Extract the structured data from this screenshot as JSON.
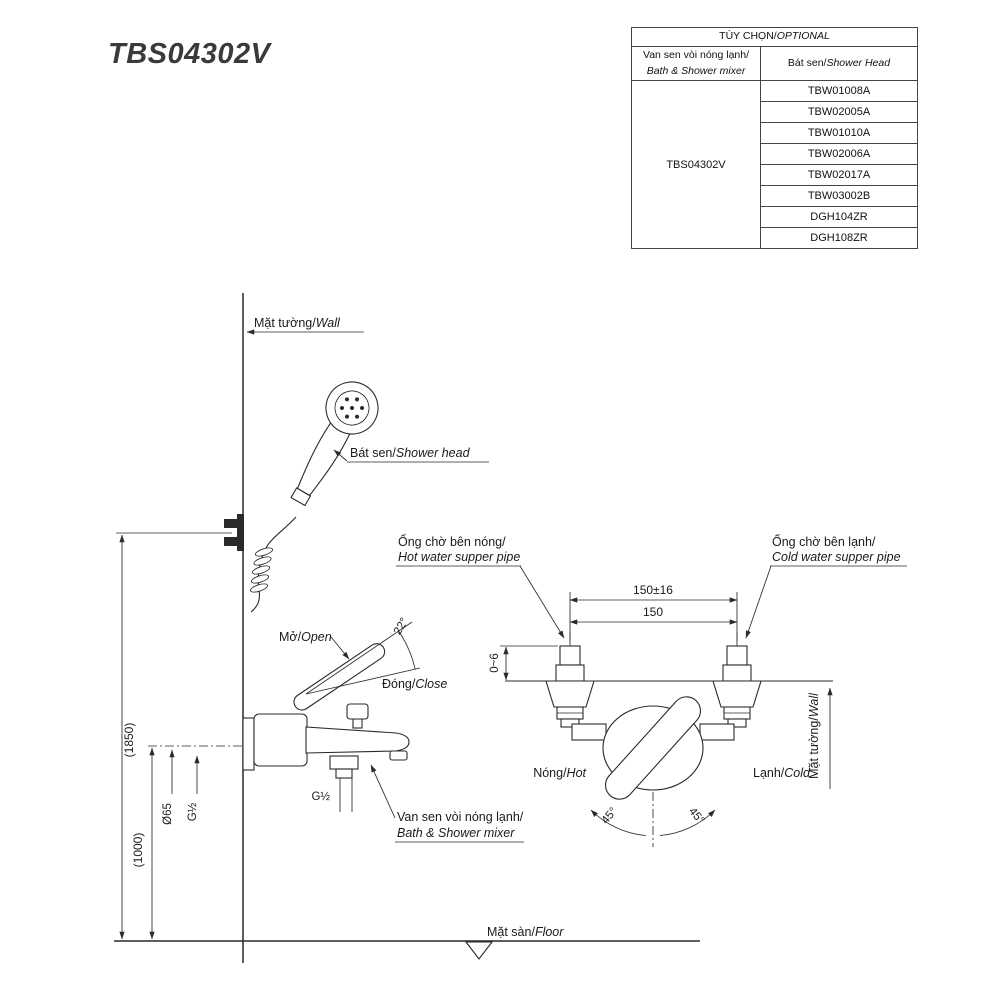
{
  "title": "TBS04302V",
  "colors": {
    "ink": "#222222"
  },
  "option_table": {
    "header_vi": "TÙY CHỌN/",
    "header_en": "OPTIONAL",
    "col1_vi": "Van sen vòi nóng lạnh/",
    "col1_en": "Bath & Shower mixer",
    "col2_vi": "Bát sen/",
    "col2_en": "Shower Head",
    "mixer_code": "TBS04302V",
    "shower_heads": [
      "TBW01008A",
      "TBW02005A",
      "TBW01010A",
      "TBW02006A",
      "TBW02017A",
      "TBW03002B",
      "DGH104ZR",
      "DGH108ZR"
    ]
  },
  "side_view": {
    "wall_vi": "Mặt tường/",
    "wall_en": "Wall",
    "shower_head_vi": "Bát sen/",
    "shower_head_en": "Shower head",
    "open_vi": "Mở/",
    "open_en": "Open",
    "close_vi": "Đóng/",
    "close_en": "Close",
    "angle": "22°",
    "dim_height_total": "(1850)",
    "dim_height_mixer": "(1000)",
    "dim_flange": "Ø65",
    "thread_wall": "G½",
    "thread_outlet": "G½",
    "mixer_vi": "Van sen vòi nóng lạnh/",
    "mixer_en": "Bath & Shower mixer",
    "floor_vi": "Mặt sàn/",
    "floor_en": "Floor"
  },
  "front_view": {
    "hot_pipe_vi": "Ống chờ bên nóng/",
    "hot_pipe_en": "Hot water supper pipe",
    "cold_pipe_vi": "Ống chờ bên lạnh/",
    "cold_pipe_en": "Cold water supper pipe",
    "dim_pitch_tol": "150±16",
    "dim_pitch": "150",
    "dim_protrusion": "0~6",
    "hot_vi": "Nóng/",
    "hot_en": "Hot",
    "cold_vi": "Lạnh/",
    "cold_en": "Cold",
    "angle_left": "45°",
    "angle_right": "45°",
    "wall_vi": "Mặt tường/",
    "wall_en": "Wall"
  }
}
